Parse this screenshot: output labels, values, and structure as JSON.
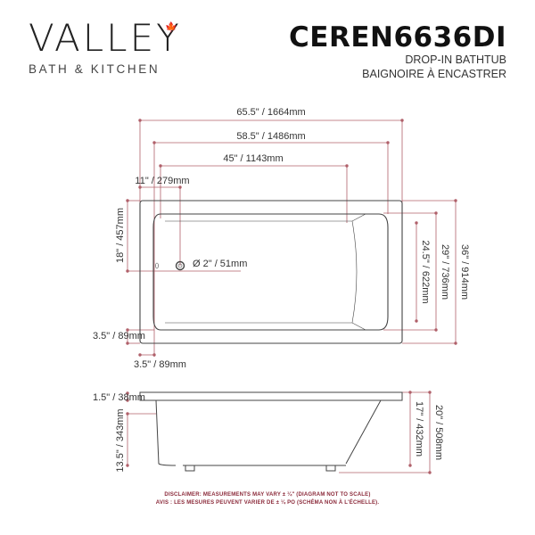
{
  "brand": {
    "name": "VALLEY",
    "tagline": "BATH & KITCHEN",
    "maple_leaf_icon": "🍁",
    "accent_color": "#c8102e"
  },
  "product": {
    "model": "CEREN6636DI",
    "type_en": "DROP-IN BATHTUB",
    "type_fr": "BAIGNOIRE À ENCASTRER"
  },
  "dimensions": {
    "overall_length": "65.5\" / 1664mm",
    "inner_length": "58.5\" / 1486mm",
    "bottom_length": "45\" / 1143mm",
    "drain_offset": "11\" / 279mm",
    "drain_from_edge": "18\" / 457mm",
    "drain_diameter": "Ø 2\" / 51mm",
    "rim_side": "3.5\" / 89mm",
    "rim_end": "3.5\" / 89mm",
    "bottom_width": "24.5\" / 622mm",
    "inner_width": "29\" / 736mm",
    "overall_width": "36\" / 914mm",
    "rim_thickness": "1.5\" / 38mm",
    "apron_depth": "13.5\" / 343mm",
    "inner_depth": "17\" / 432mm",
    "overall_height": "20\" / 508mm"
  },
  "colors": {
    "dimension_line": "#b0606a",
    "outline": "#444444"
  },
  "disclaimer": {
    "en": "DISCLAIMER: MEASUREMENTS MAY VARY ± ¼\" (DIAGRAM NOT TO SCALE)",
    "fr": "AVIS : LES MESURES PEUVENT VARIER DE ± ¼ PO (SCHÉMA NON À L'ÉCHELLE)."
  }
}
